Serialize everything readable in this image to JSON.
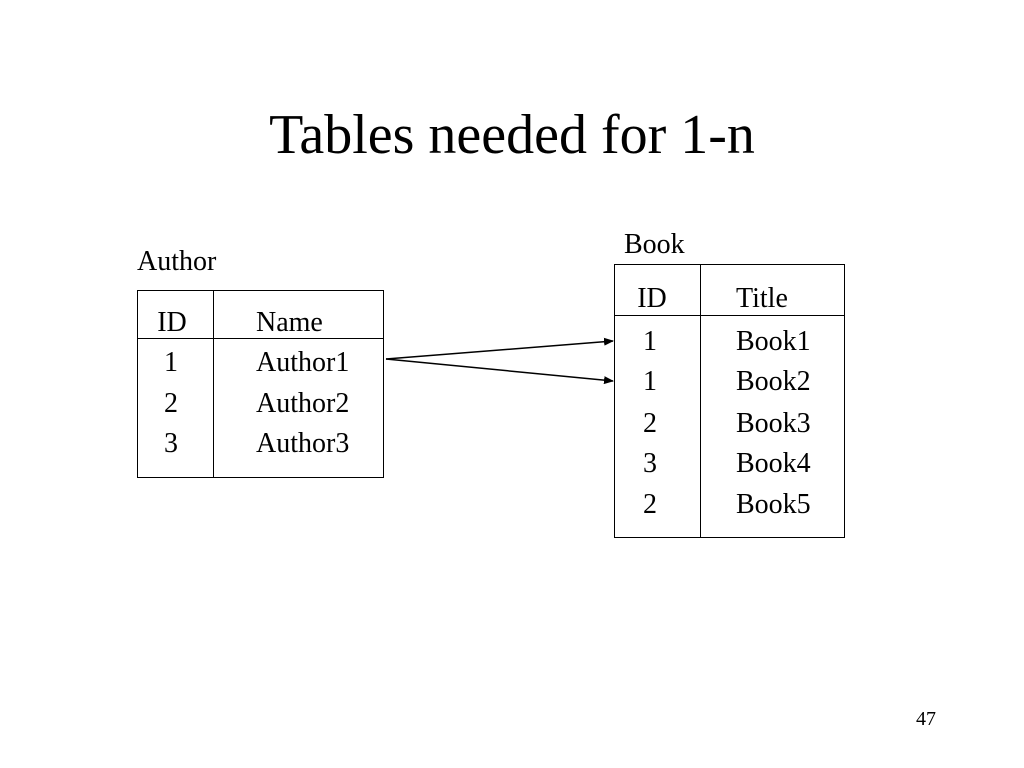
{
  "slide": {
    "title": "Tables needed for 1-n",
    "page_number": "47"
  },
  "author_table": {
    "label": "Author",
    "headers": [
      "ID",
      "Name"
    ],
    "rows": [
      [
        "1",
        "Author1"
      ],
      [
        "2",
        "Author2"
      ],
      [
        "3",
        "Author3"
      ]
    ]
  },
  "book_table": {
    "label": "Book",
    "headers": [
      "ID",
      "Title"
    ],
    "rows": [
      [
        "1",
        "Book1"
      ],
      [
        "1",
        "Book2"
      ],
      [
        "2",
        "Book3"
      ],
      [
        "3",
        "Book4"
      ],
      [
        "2",
        "Book5"
      ]
    ]
  },
  "relationships": [
    {
      "from_table": "author_table",
      "from_row": 0,
      "to_table": "book_table",
      "to_row": 0
    },
    {
      "from_table": "author_table",
      "from_row": 0,
      "to_table": "book_table",
      "to_row": 1
    }
  ]
}
